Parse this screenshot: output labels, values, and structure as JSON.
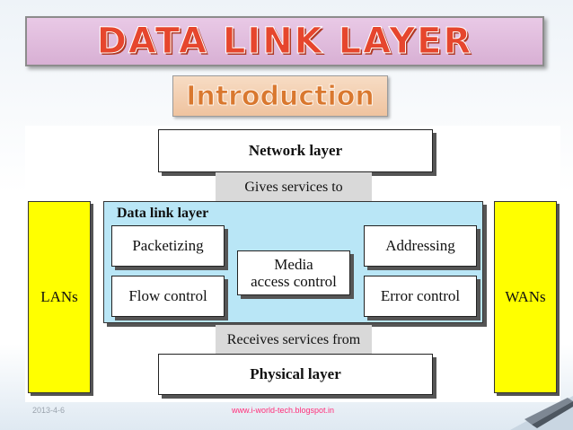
{
  "slide": {
    "title": "DATA LINK LAYER",
    "subtitle": "Introduction"
  },
  "diagram": {
    "network_layer": "Network layer",
    "gives_services": "Gives services to",
    "data_link_layer": "Data link layer",
    "packetizing": "Packetizing",
    "flow_control": "Flow control",
    "media_access_line1": "Media",
    "media_access_line2": "access control",
    "addressing": "Addressing",
    "error_control": "Error control",
    "receives_services": "Receives services from",
    "physical_layer": "Physical layer",
    "lans": "LANs",
    "wans": "WANs"
  },
  "footer": {
    "date": "2013-4-6",
    "url": "www.i-world-tech.blogspot.in"
  },
  "colors": {
    "title_text": "#e6462d",
    "title_bg": "#d8b0d4",
    "subtitle_text": "#d9782f",
    "dll_panel": "#b9e6f6",
    "side_boxes": "#ffff00",
    "footer_url": "#ff2f7a"
  }
}
